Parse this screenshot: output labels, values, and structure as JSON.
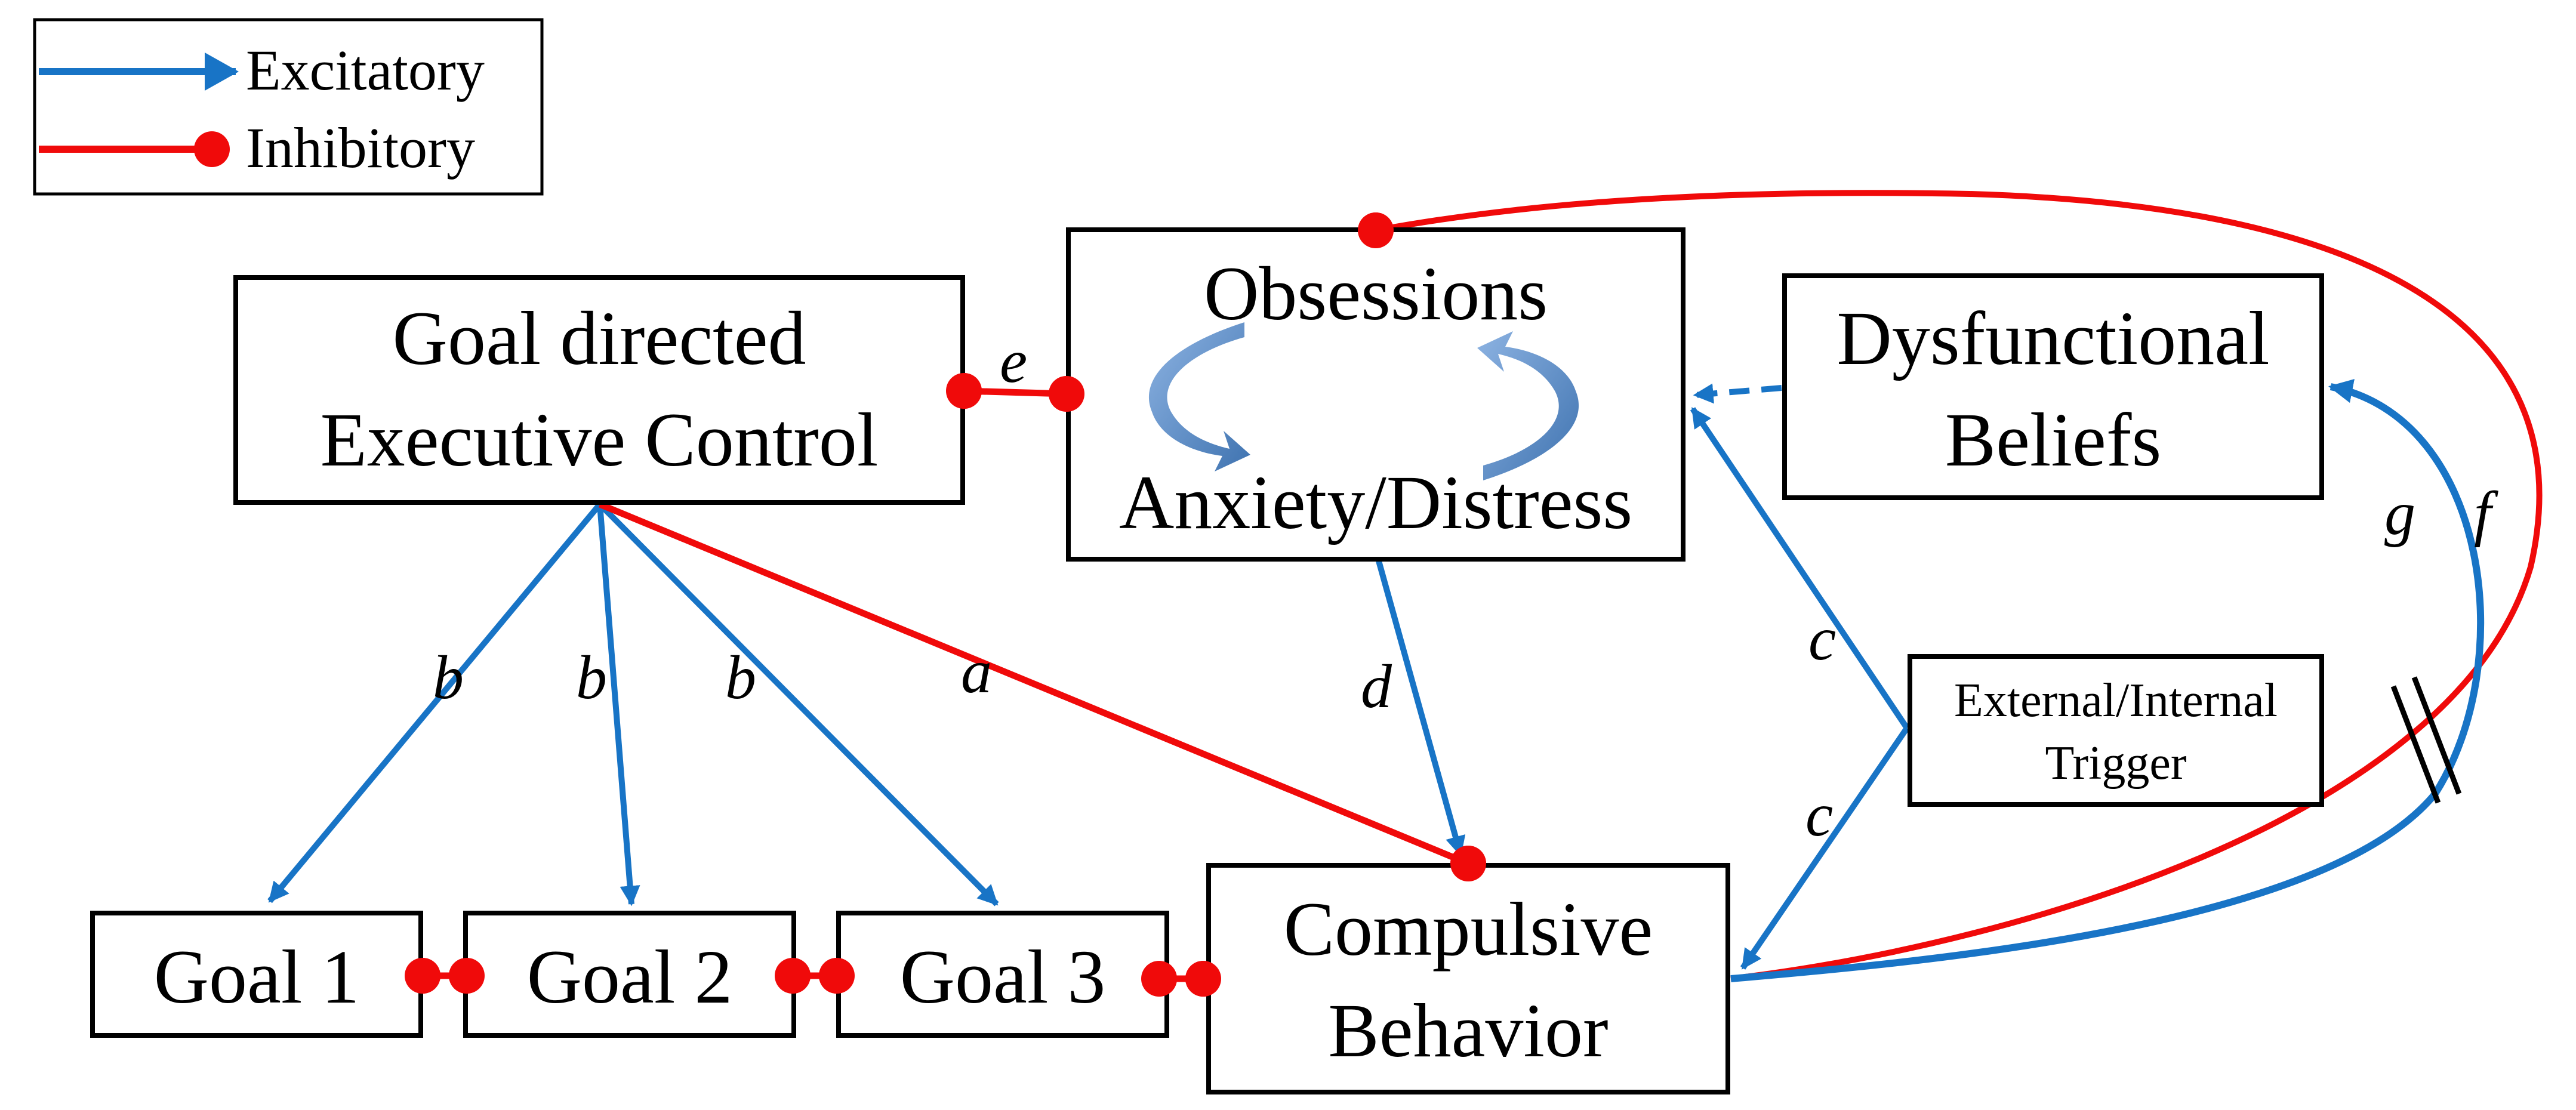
{
  "legend": {
    "excitatory_label": "Excitatory",
    "inhibitory_label": "Inhibitory"
  },
  "nodes": {
    "goal_control": {
      "line1": "Goal directed",
      "line2": "Executive Control"
    },
    "obsessions": {
      "top": "Obsessions",
      "bottom": "Anxiety/Distress"
    },
    "beliefs": {
      "line1": "Dysfunctional",
      "line2": "Beliefs"
    },
    "trigger": {
      "line1": "External/Internal",
      "line2": "Trigger"
    },
    "compulsive": {
      "line1": "Compulsive",
      "line2": "Behavior"
    },
    "goal1": "Goal 1",
    "goal2": "Goal 2",
    "goal3": "Goal 3"
  },
  "edge_labels": {
    "a": "a",
    "b1": "b",
    "b2": "b",
    "b3": "b",
    "c_upper": "c",
    "c_lower": "c",
    "d": "d",
    "e": "e",
    "f": "f",
    "g": "g"
  },
  "colors": {
    "excitatory": "#1874C6",
    "inhibitory": "#F00A0A",
    "cycle_arrow": "#5B8FCF"
  }
}
